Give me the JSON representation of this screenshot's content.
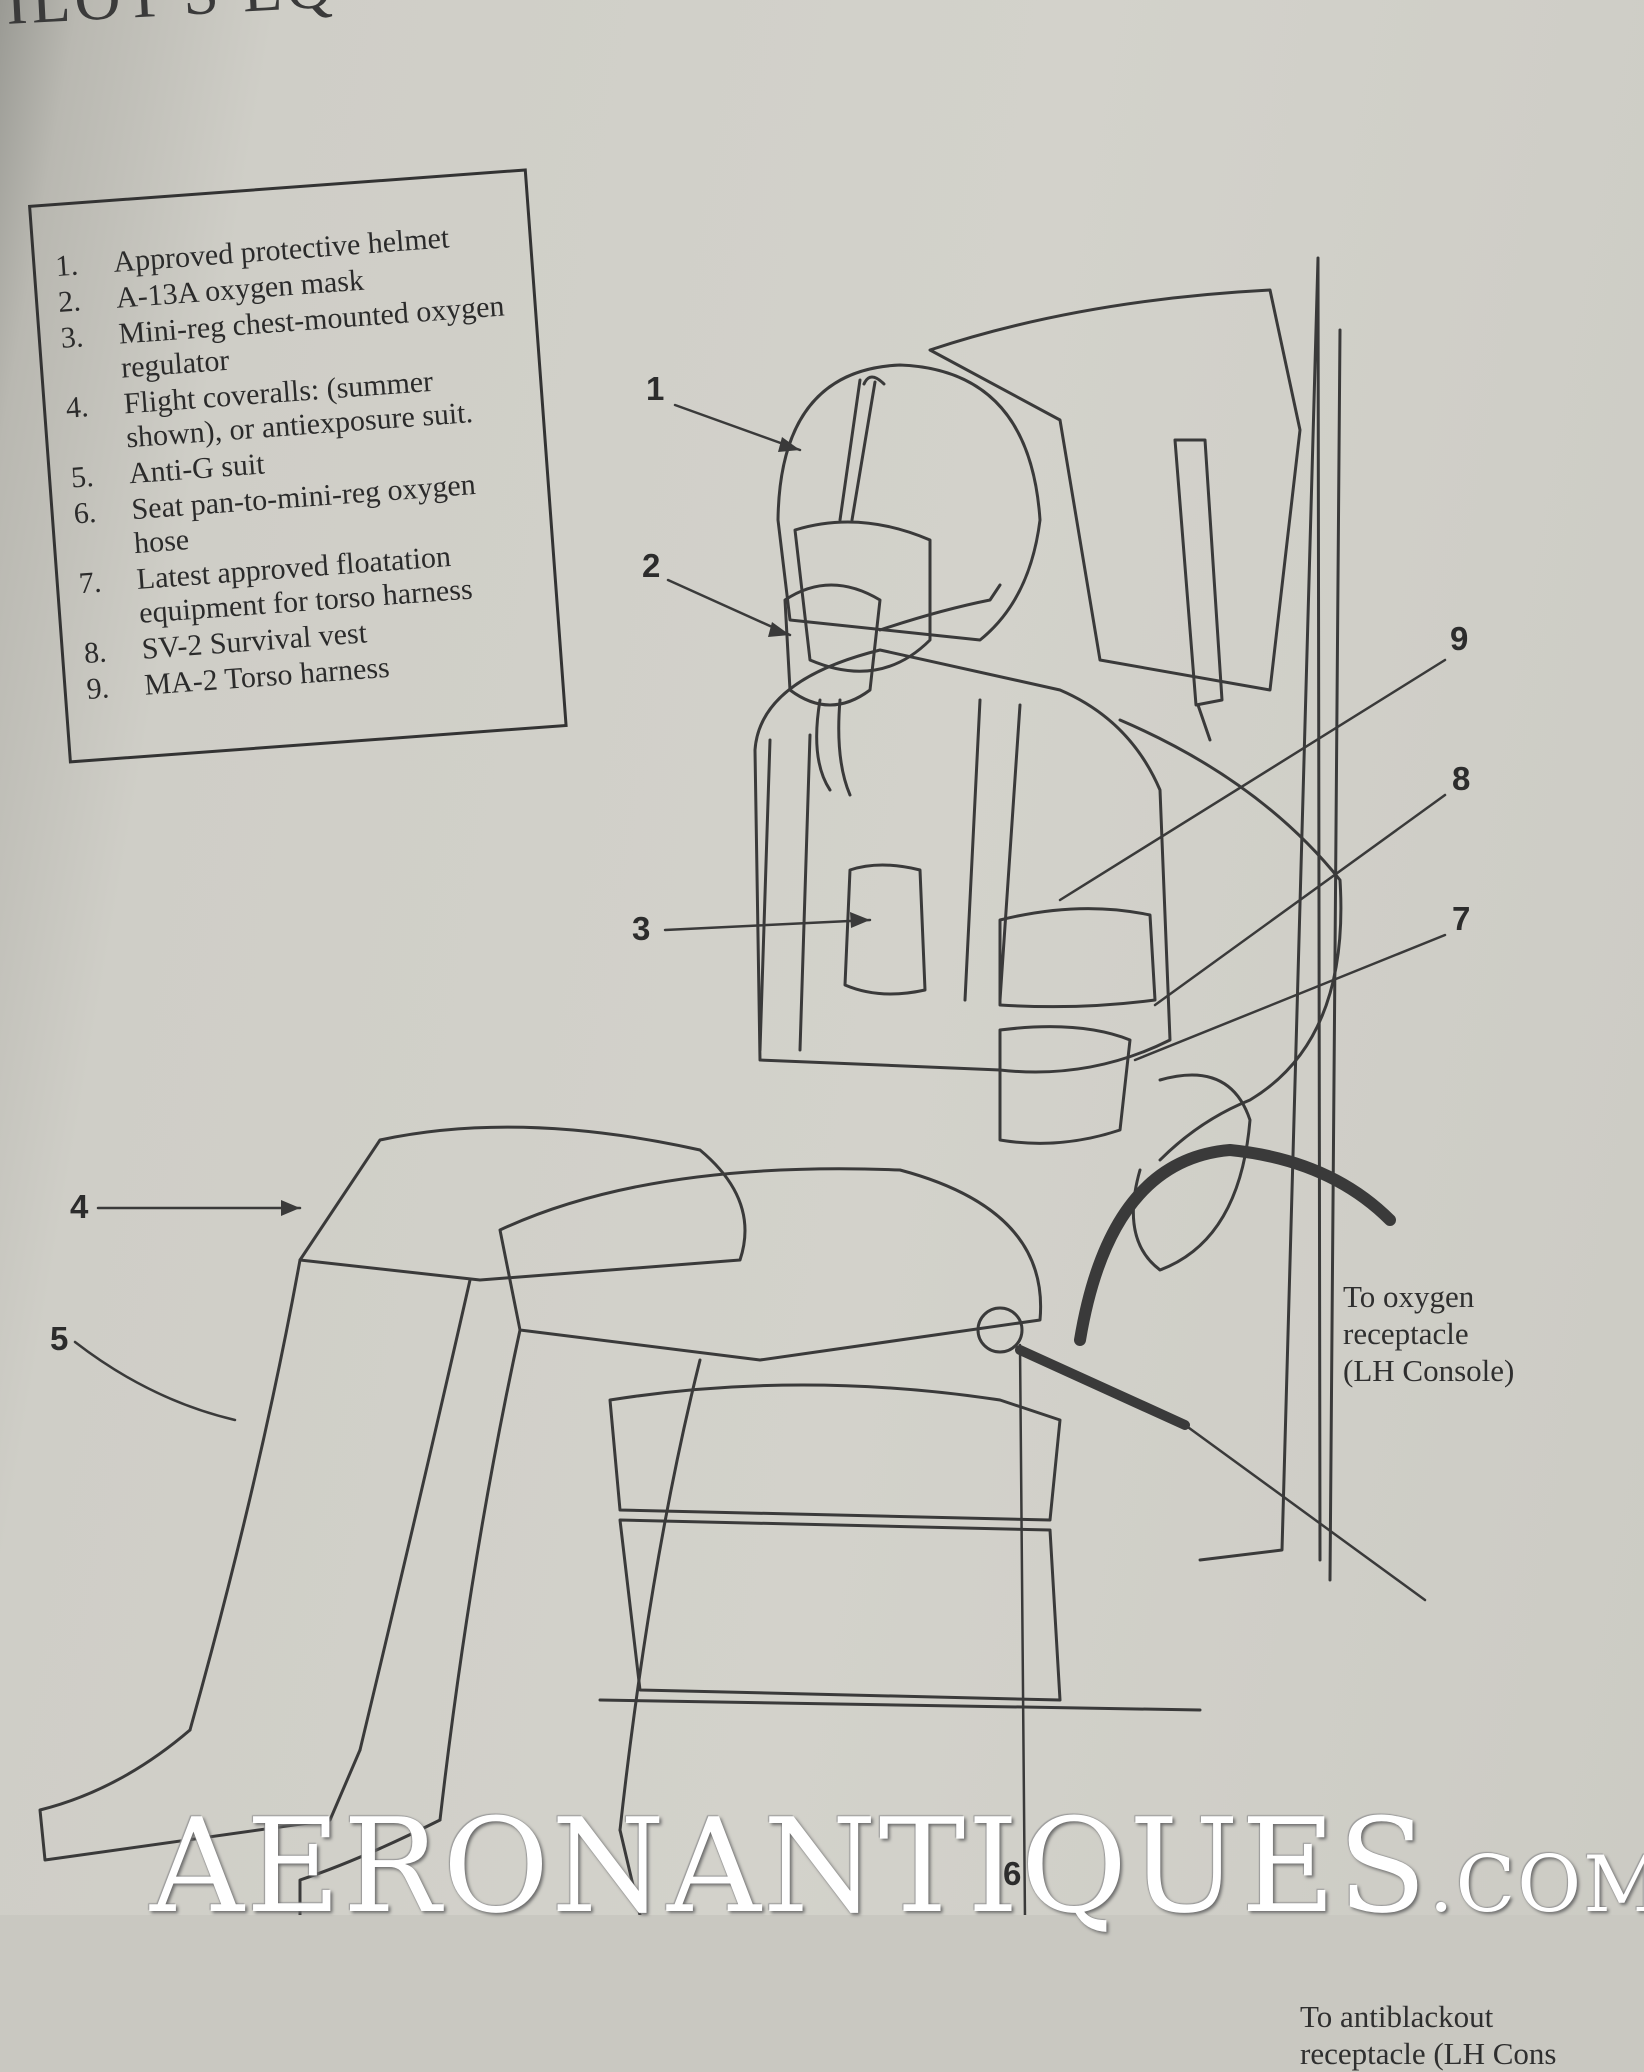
{
  "header_fragment": "ILOT'S EQ",
  "legend": [
    {
      "num": "1.",
      "text": "Approved protective helmet"
    },
    {
      "num": "2.",
      "text": "A-13A oxygen mask"
    },
    {
      "num": "3.",
      "text": "Mini-reg chest-mounted oxygen regulator"
    },
    {
      "num": "4.",
      "text": "Flight coveralls: (summer shown), or antiexposure suit."
    },
    {
      "num": "5.",
      "text": "Anti-G suit"
    },
    {
      "num": "6.",
      "text": "Seat pan-to-mini-reg oxygen hose"
    },
    {
      "num": "7.",
      "text": "Latest approved floatation equipment for torso harness"
    },
    {
      "num": "8.",
      "text": "SV-2 Survival vest"
    },
    {
      "num": "9.",
      "text": "MA-2 Torso harness"
    }
  ],
  "callouts": [
    "1",
    "2",
    "3",
    "4",
    "5",
    "6",
    "7",
    "8",
    "9"
  ],
  "notes": {
    "oxygen": "To oxygen\nreceptacle\n(LH Console)",
    "antiblackout": "To antiblackout\nreceptacle (LH Cons"
  },
  "watermark": {
    "main": "AERONANTIQUES",
    "suffix": ".COM"
  }
}
